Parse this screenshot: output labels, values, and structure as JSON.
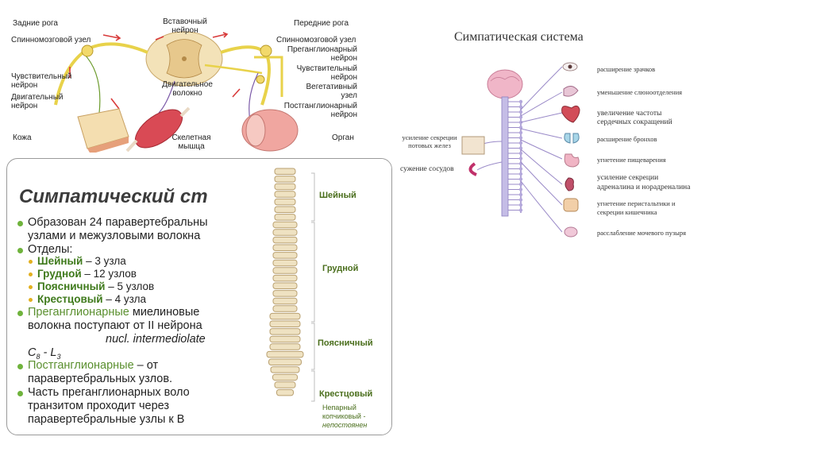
{
  "reflex_arc": {
    "labels": {
      "zadnie_roga": "Задние рога",
      "vstavochny_line1": "Вставочный",
      "vstavochny_line2": "нейрон",
      "perednie_roga": "Передние рога",
      "spinnomozg_left": "Спинномозговой узел",
      "spinnomozg_right": "Спинномозговой узел",
      "pregang_line1": "Преганглионарный",
      "pregang_line2": "нейрон",
      "chuvstv_left_line1": "Чувствительный",
      "chuvstv_left_line2": "нейрон",
      "chuvstv_right_line1": "Чувствительный",
      "chuvstv_right_line2": "нейрон",
      "veget_line1": "Вегетативный",
      "veget_line2": "узел",
      "dvigat_left_line1": "Двигательный",
      "dvigat_left_line2": "нейрон",
      "dvigat_volokno_line1": "Двигательное",
      "dvigat_volokno_line2": "волокно",
      "postgang_line1": "Постганглионарный",
      "postgang_line2": "нейрон",
      "kozha": "Кожа",
      "skeletnaya_line1": "Скелетная",
      "skeletnaya_line2": "мышца",
      "organ": "Орган"
    }
  },
  "card": {
    "title": "Симпатический ст",
    "line1": "Образован 24 паравертебральны",
    "line2": "узлами и межузловыми волокна",
    "line3": "Отделы:",
    "divisions": [
      {
        "name": "Шейный",
        "rest": " – 3 узла"
      },
      {
        "name": "Грудной",
        "rest": " – 12 узлов"
      },
      {
        "name": "Поясничный",
        "rest": " – 5 узлов"
      },
      {
        "name": "Крестцовый",
        "rest": " – 4 узла"
      }
    ],
    "pre_green": "Преганглионарные",
    "pre_rest": " миелиновые",
    "pre_line2": "волокна поступают от II нейрона",
    "nucl": "nucl. intermediolate",
    "segment_from": "C",
    "segment_from_sub": "8",
    "segment_dash": " - ",
    "segment_to": "L",
    "segment_to_sub": "3",
    "post_green": "Постганглионарные",
    "post_rest": " – от",
    "post_line2": "паравертебральных узлов.",
    "part_line1": "Часть преганглионарных воло",
    "part_line2": "транзитом проходит через",
    "part_line3": "паравертебральные узлы  к В"
  },
  "spine": {
    "cervical": "Шейный",
    "thoracic": "Грудной",
    "lumbar": "Поясничный",
    "sacral": "Крестцовый",
    "coccyx_line1": "Непарный",
    "coccyx_line2": "копчиковый -",
    "coccyx_line3": "непостоянен"
  },
  "sns": {
    "title": "Симпатическая система",
    "left_sweat_line1": "усиление секреции",
    "left_sweat_line2": "потовых желез",
    "left_vessels": "сужение сосудов",
    "effects": [
      "расширение зрачков",
      "уменьшение слюноотделения",
      "увеличение частоты",
      "сердечных сокращений",
      "расширение бронхов",
      "угнетение пищеварения",
      "усиление секреции",
      "адреналина и норадреналина",
      "угнетение перистальтики и",
      "секреции кишечника",
      "расслабление мочевого пузыря"
    ]
  },
  "colors": {
    "card_border": "#9a9a9a",
    "green_bullet": "#6fb33c",
    "yellow_bullet": "#e2b020",
    "green_text": "#3f7a1c",
    "arrow_red": "#d83a3a",
    "nerve_yellow": "#e8d24a",
    "sns_purple": "#9a8ac8"
  },
  "icons": [
    "spinal-cord-cross-section",
    "skin-icon",
    "muscle-icon",
    "organ-icon",
    "brain-icon",
    "spine-illustration",
    "eye-icon",
    "heart-icon",
    "lungs-icon",
    "stomach-icon",
    "kidney-icon",
    "intestine-icon",
    "bladder-icon"
  ]
}
